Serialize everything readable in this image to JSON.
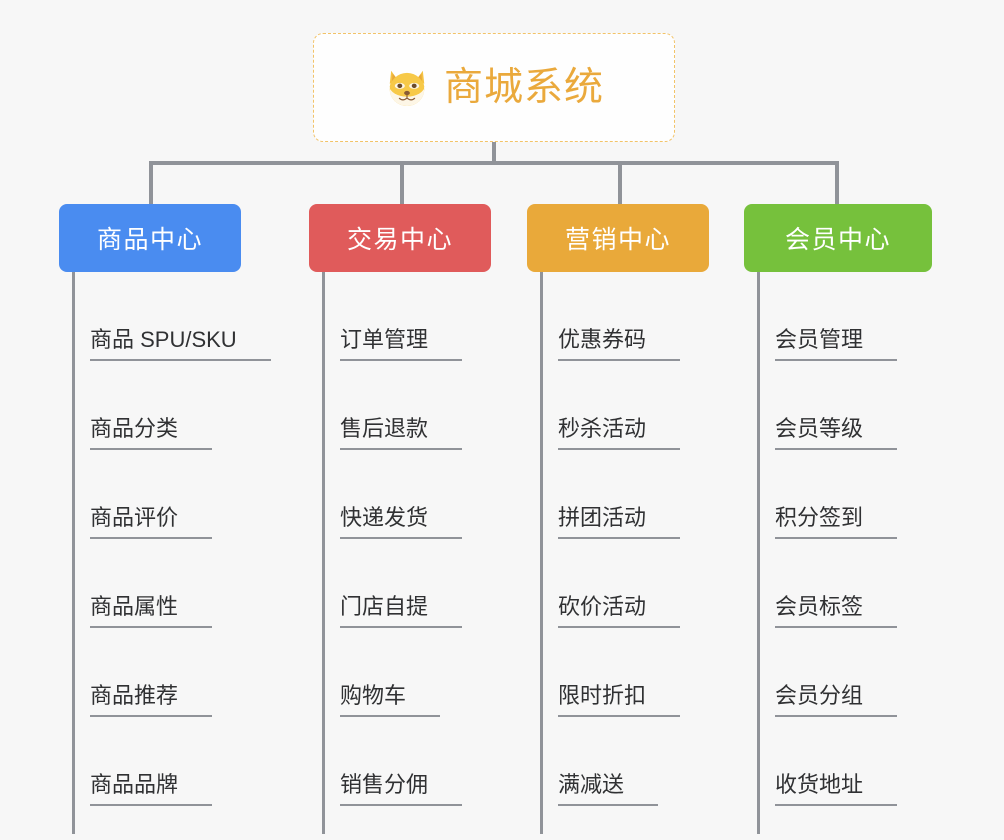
{
  "background_color": "#f7f7f7",
  "line_color": "#909399",
  "root": {
    "title": "商城系统",
    "icon": "shiba-dog-face-icon",
    "text_color": "#eaa93c",
    "border_color": "#f2c368",
    "background_color": "#fefefe"
  },
  "columns": [
    {
      "label": "商品中心",
      "color": "#4a8cf0",
      "items": [
        "商品 SPU/SKU",
        "商品分类",
        "商品评价",
        "商品属性",
        "商品推荐",
        "商品品牌"
      ]
    },
    {
      "label": "交易中心",
      "color": "#e05b5b",
      "items": [
        "订单管理",
        "售后退款",
        "快递发货",
        "门店自提",
        "购物车",
        "销售分佣"
      ]
    },
    {
      "label": "营销中心",
      "color": "#e9a93a",
      "items": [
        "优惠券码",
        "秒杀活动",
        "拼团活动",
        "砍价活动",
        "限时折扣",
        "满减送"
      ]
    },
    {
      "label": "会员中心",
      "color": "#76c13c",
      "items": [
        "会员管理",
        "会员等级",
        "积分签到",
        "会员标签",
        "会员分组",
        "收货地址"
      ]
    }
  ]
}
